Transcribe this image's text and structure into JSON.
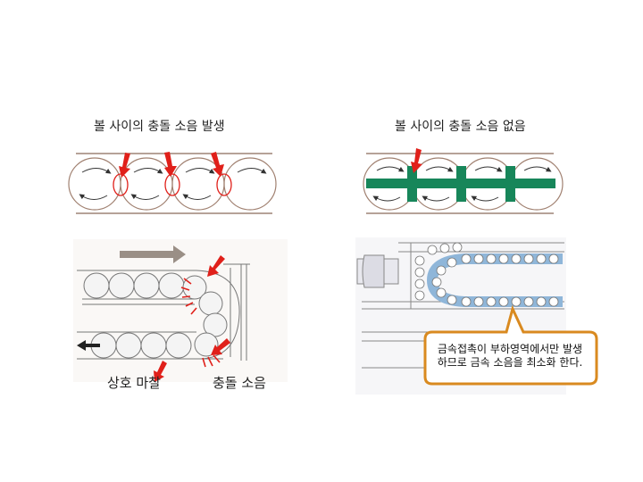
{
  "top_left": {
    "caption": "볼 사이의 충돌 소음 발생"
  },
  "top_right": {
    "caption": "볼 사이의 충돌 소음 없음"
  },
  "bottom_left": {
    "label_friction": "상호 마찰",
    "label_noise": "충돌 소음"
  },
  "bottom_right": {
    "callout_line1": "금속접촉이 부하영역에서만 발생",
    "callout_line2": "하므로 금속 소음을 최소화 한다."
  },
  "colors": {
    "red_arrow": "#e0201a",
    "green_separator": "#17865a",
    "rail_line": "#8a6a5a",
    "gray_arrow": "#9a8f86",
    "callout_border": "#d98a20"
  }
}
